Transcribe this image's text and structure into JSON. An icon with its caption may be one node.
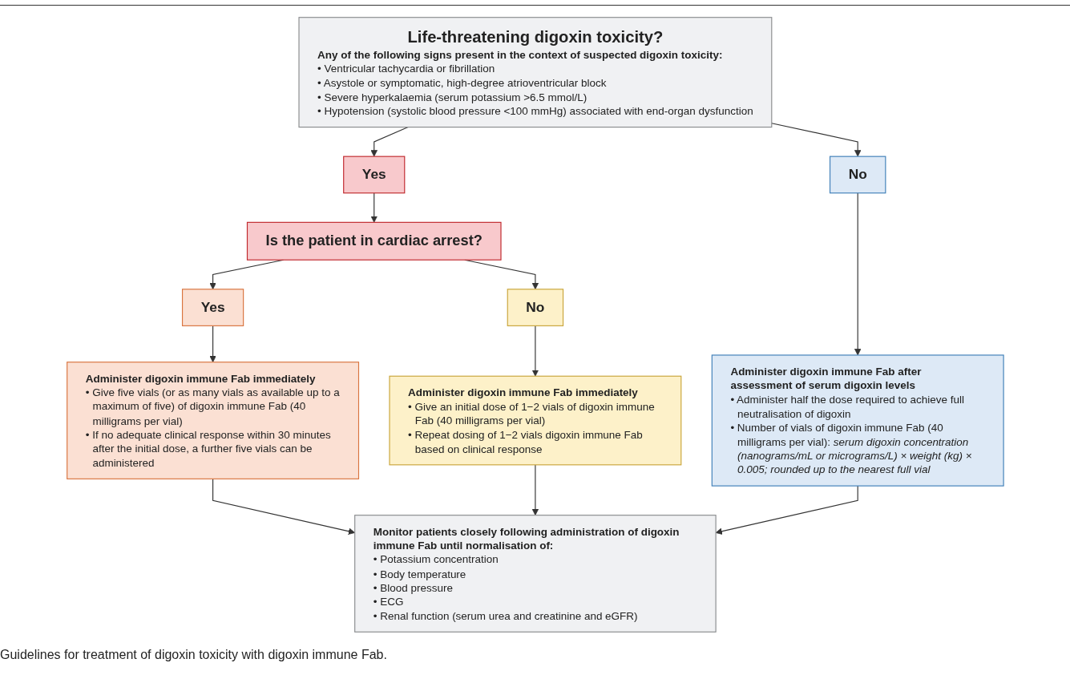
{
  "diagram": {
    "caption": "Guidelines for treatment of digoxin toxicity with digoxin immune Fab.",
    "nodes": [
      {
        "text": [
          "Life-threatening digoxin toxicity?",
          "Any of the following signs present in the context of suspected digoxin toxicity:",
          "• Ventricular tachycardia or fibrillation",
          "• Asystole or symptomatic, high-degree atrioventricular block",
          "• Severe hyperkalaemia (serum potassium >6.5 mmol/L)",
          "• Hypotension (systolic blood pressure <100 mmHg) associated with end-organ dysfunction"
        ]
      },
      {
        "text": [
          "Yes"
        ]
      },
      {
        "text": [
          "No"
        ]
      },
      {
        "text": [
          "Is the patient in cardiac arrest?"
        ]
      },
      {
        "text": [
          "Yes"
        ]
      },
      {
        "text": [
          "No"
        ]
      },
      {
        "text": [
          "Administer digoxin immune Fab immediately",
          "• Give five vials (or as many vials as available up to a maximum of five) of digoxin immune Fab (40 milligrams per vial)",
          "• If no adequate clinical response within 30 minutes after the initial dose, a further five vials can be administered"
        ]
      },
      {
        "text": [
          "Administer digoxin immune Fab immediately",
          "• Give an initial dose of 1−2 vials of digoxin immune Fab (40 milligrams per vial)",
          "• Repeat dosing of 1−2 vials digoxin immune Fab based on clinical response"
        ]
      },
      {
        "text": [
          "Administer digoxin immune Fab after assessment of serum digoxin levels",
          "• Administer half the dose required to achieve full neutralisation of digoxin",
          "• Number of vials of digoxin immune Fab (40 milligrams per vial): *serum digoxin concentration (nanograms/mL or micrograms/L) × weight (kg) × 0.005; rounded up to the nearest full vial*"
        ]
      },
      {
        "text": [
          "Monitor patients closely following administration of digoxin immune Fab until normalisation of:",
          "• Potassium concentration",
          "• Body temperature",
          "• Blood pressure",
          "• ECG",
          "• Renal function (serum urea and creatinine and eGFR)"
        ]
      }
    ],
    "edges": [
      {
        "from": 0,
        "to": 1,
        "arrow": "to"
      },
      {
        "from": 0,
        "to": 2,
        "arrow": "to"
      },
      {
        "from": 1,
        "to": 3,
        "arrow": "to"
      },
      {
        "from": 3,
        "to": 4,
        "arrow": "to"
      },
      {
        "from": 3,
        "to": 5,
        "arrow": "to"
      },
      {
        "from": 4,
        "to": 6,
        "arrow": "to"
      },
      {
        "from": 5,
        "to": 7,
        "arrow": "to"
      },
      {
        "from": 2,
        "to": 8,
        "arrow": "to"
      },
      {
        "from": 6,
        "to": 9,
        "arrow": "to"
      },
      {
        "from": 7,
        "to": 9,
        "arrow": "to"
      },
      {
        "from": 8,
        "to": 9,
        "arrow": "to"
      }
    ]
  }
}
